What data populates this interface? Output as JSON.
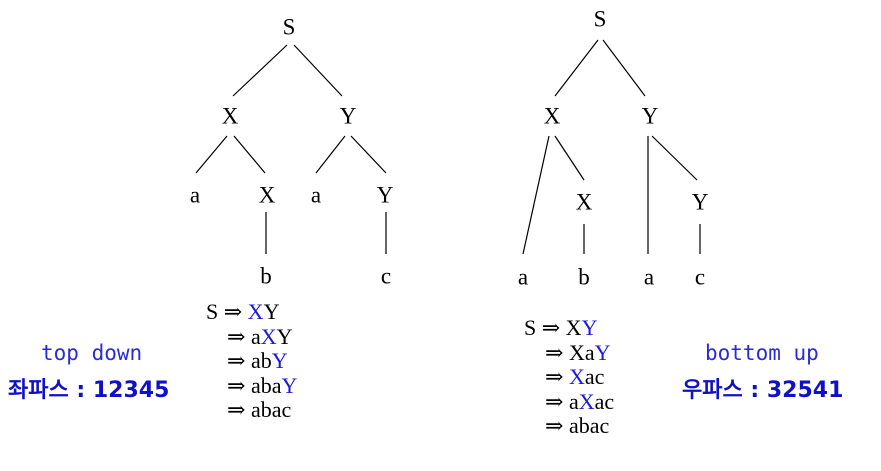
{
  "left_tree": {
    "nodes": {
      "root": "S",
      "x1": "X",
      "y1": "Y",
      "a1": "a",
      "x2": "X",
      "a2": "a",
      "y2": "Y",
      "b": "b",
      "c": "c"
    },
    "derivation": [
      {
        "prefix": "S ⇒ ",
        "pre": "",
        "hl": "X",
        "post": "Y"
      },
      {
        "prefix": "⇒ ",
        "pre": "a",
        "hl": "X",
        "post": "Y"
      },
      {
        "prefix": "⇒ ",
        "pre": "ab",
        "hl": "Y",
        "post": ""
      },
      {
        "prefix": "⇒ ",
        "pre": "aba",
        "hl": "Y",
        "post": ""
      },
      {
        "prefix": "⇒ ",
        "pre": "abac",
        "hl": "",
        "post": ""
      }
    ],
    "caption_en": "top down",
    "caption_ko": "좌파스 : 12345"
  },
  "right_tree": {
    "nodes": {
      "root": "S",
      "x1": "X",
      "y1": "Y",
      "x2": "X",
      "y2": "Y",
      "a1": "a",
      "b": "b",
      "a2": "a",
      "c": "c"
    },
    "derivation": [
      {
        "prefix": "S ⇒ ",
        "pre": "X",
        "hl": "Y",
        "post": ""
      },
      {
        "prefix": "⇒ ",
        "pre": "Xa",
        "hl": "Y",
        "post": ""
      },
      {
        "prefix": "⇒ ",
        "pre": "",
        "hl": "X",
        "post": "ac"
      },
      {
        "prefix": "⇒ ",
        "pre": "a",
        "hl": "X",
        "post": "ac"
      },
      {
        "prefix": "⇒ ",
        "pre": "abac",
        "hl": "",
        "post": ""
      }
    ],
    "caption_en": "bottom up",
    "caption_ko": "우파스 : 32541"
  },
  "colors": {
    "highlight": "#1a1adb",
    "caption_en": "#2a2ad8",
    "caption_ko": "#1010c8",
    "edge": "#000000"
  }
}
